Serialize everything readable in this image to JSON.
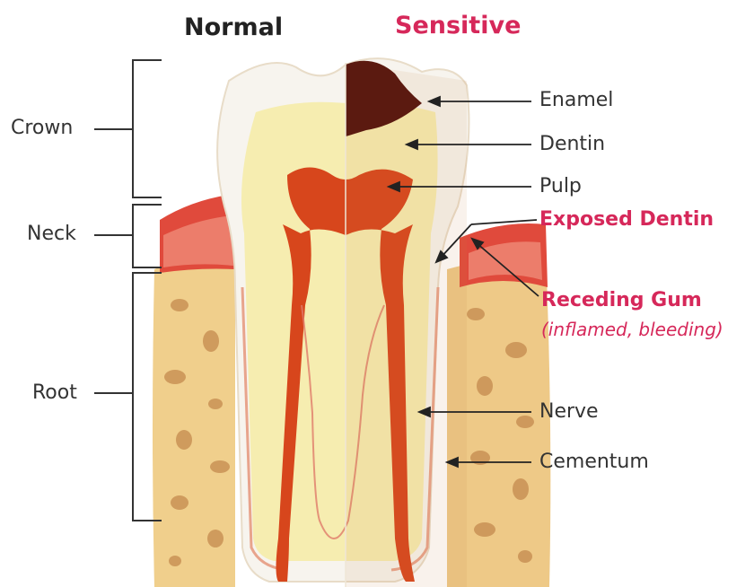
{
  "headers": {
    "normal": "Normal",
    "sensitive": "Sensitive"
  },
  "sections": {
    "crown": "Crown",
    "neck": "Neck",
    "root": "Root"
  },
  "parts": {
    "enamel": "Enamel",
    "dentin": "Dentin",
    "pulp": "Pulp",
    "exposed_dentin": "Exposed Dentin",
    "receding_gum": "Receding Gum",
    "receding_gum_note": "(inflamed, bleeding)",
    "nerve": "Nerve",
    "cementum": "Cementum"
  },
  "colors": {
    "text": "#333333",
    "highlight": "#d6285a",
    "enamel": "#f7f4ee",
    "dentin": "#f6edb0",
    "pulp": "#d7461c",
    "gum": "#e04a3c",
    "bone": "#f0cf8c",
    "decay": "#5b1a10"
  }
}
